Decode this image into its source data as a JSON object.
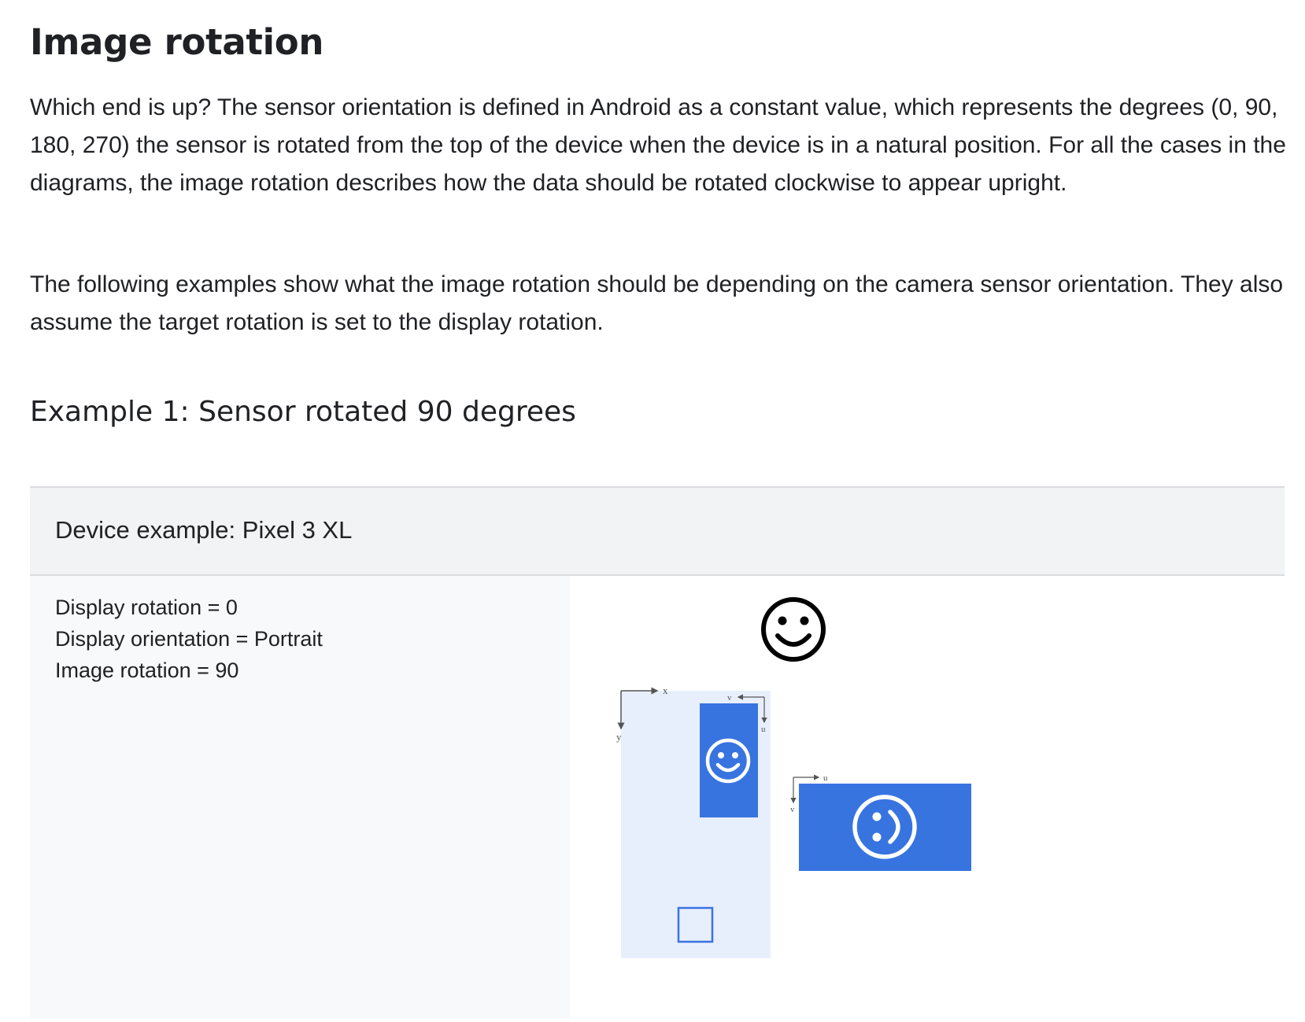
{
  "article": {
    "title": "Image rotation",
    "paragraph1": "Which end is up? The sensor orientation is defined in Android as a constant value, which represents the degrees (0, 90, 180, 270) the sensor is rotated from the top of the device when the device is in a natural position. For all the cases in the diagrams, the image rotation describes how the data should be rotated clockwise to appear upright.",
    "paragraph2": "The following examples show what the image rotation should be depending on the camera sensor orientation. They also assume the target rotation is set to the display rotation.",
    "example_heading": "Example 1: Sensor rotated 90 degrees"
  },
  "table": {
    "header": "Device example: Pixel 3 XL",
    "display_rotation": "Display rotation = 0",
    "display_orientation": "Display orientation = Portrait",
    "image_rotation": "Image rotation = 90"
  },
  "diagram": {
    "axis_labels": {
      "x": "x",
      "y": "y",
      "u_sensor": "u",
      "v_sensor": "v",
      "u_output": "u",
      "v_output": "v"
    },
    "icons": [
      "smiley-face-icon",
      "home-button-icon"
    ],
    "colors": {
      "phone_body": "#e8effc",
      "sensor": "#3874e0",
      "home_button": "#3874e0",
      "smiley_reference": "#000000",
      "smiley_on_blue": "#ffffff",
      "axis": "#555555"
    }
  }
}
